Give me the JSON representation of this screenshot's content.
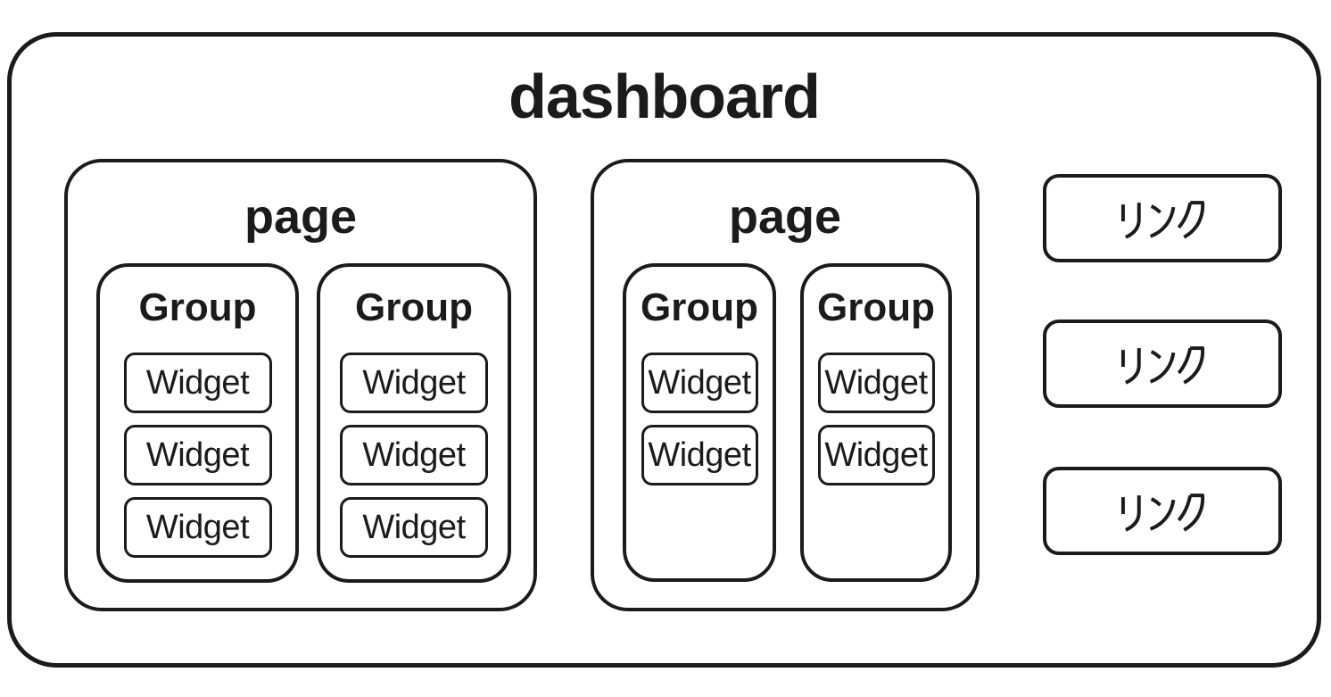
{
  "colors": {
    "stroke": "#1b1b1b",
    "background": "#ffffff"
  },
  "dashboard": {
    "title": "dashboard",
    "pages": [
      {
        "label": "page",
        "groups": [
          {
            "label": "Group",
            "widgets": [
              "Widget",
              "Widget",
              "Widget"
            ]
          },
          {
            "label": "Group",
            "widgets": [
              "Widget",
              "Widget",
              "Widget"
            ]
          }
        ]
      },
      {
        "label": "page",
        "groups": [
          {
            "label": "Group",
            "widgets": [
              "Widget",
              "Widget"
            ]
          },
          {
            "label": "Group",
            "widgets": [
              "Widget",
              "Widget"
            ]
          }
        ]
      }
    ],
    "links": [
      {
        "label": "リンク"
      },
      {
        "label": "リンク"
      },
      {
        "label": "リンク"
      }
    ]
  }
}
